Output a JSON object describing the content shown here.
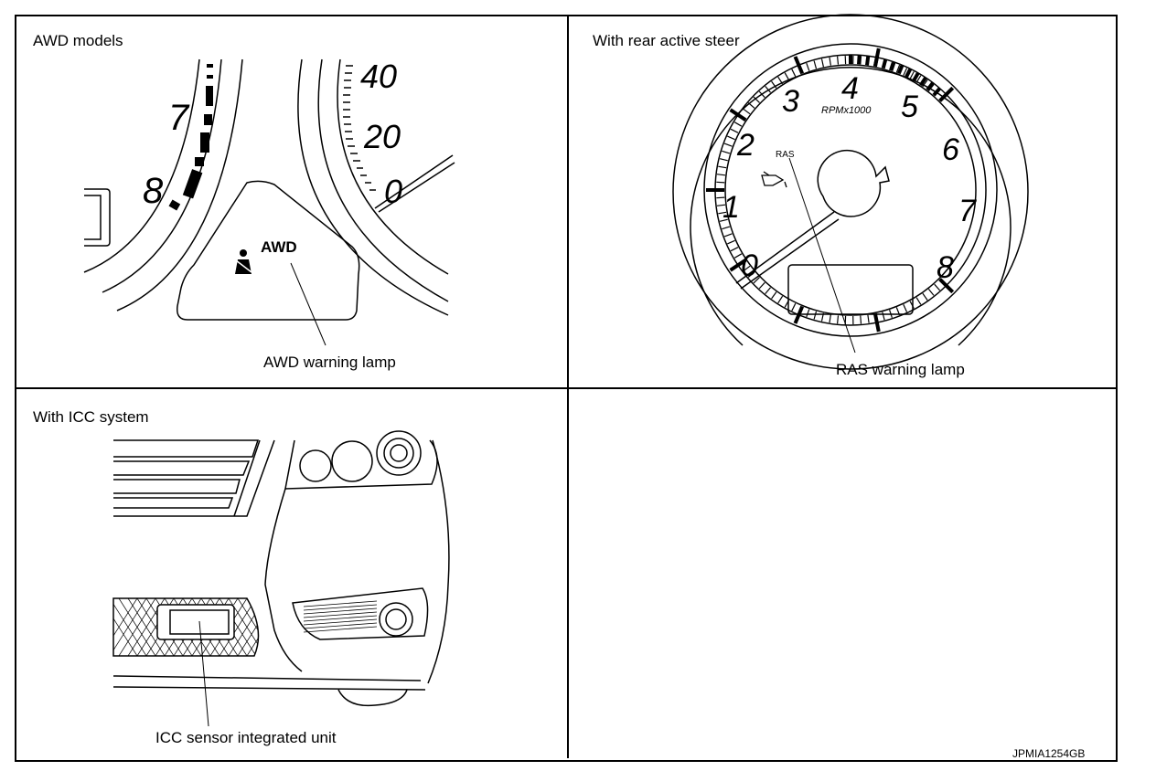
{
  "panels": {
    "awd": {
      "title": "AWD models",
      "lamp_text": "AWD",
      "callout": "AWD warning lamp",
      "tacho_numbers": [
        "7",
        "8"
      ],
      "speedo_numbers": [
        "40",
        "20",
        "0"
      ]
    },
    "ras": {
      "title": "With rear active steer",
      "lamp_text": "RAS",
      "callout": "RAS warning lamp",
      "unit_label": "RPMx1000",
      "dial_numbers": [
        "0",
        "1",
        "2",
        "3",
        "4",
        "5",
        "6",
        "7",
        "8"
      ]
    },
    "icc": {
      "title": "With ICC system",
      "callout": "ICC sensor integrated unit"
    }
  },
  "figure_code": "JPMIA1254GB"
}
